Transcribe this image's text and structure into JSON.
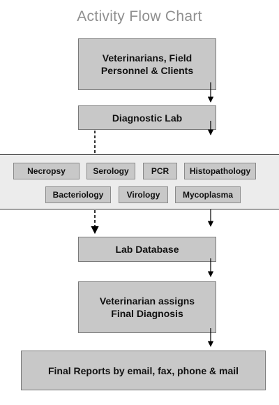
{
  "title": "Activity Flow Chart",
  "nodes": {
    "sources": "Veterinarians, Field\nPersonnel & Clients",
    "diagnostic_lab": "Diagnostic Lab",
    "lab_database": "Lab Database",
    "final_diagnosis": "Veterinarian assigns\nFinal Diagnosis",
    "final_reports": "Final Reports by email, fax, phone & mail"
  },
  "tests": {
    "row1": [
      "Necropsy",
      "Serology",
      "PCR",
      "Histopathology"
    ],
    "row2": [
      "Bacteriology",
      "Virology",
      "Mycoplasma"
    ]
  },
  "colors": {
    "box_fill": "#c8c8c8",
    "box_border": "#7a7a7a",
    "band_fill": "#ececec",
    "title": "#8f8f8f",
    "arrow": "#000000"
  }
}
